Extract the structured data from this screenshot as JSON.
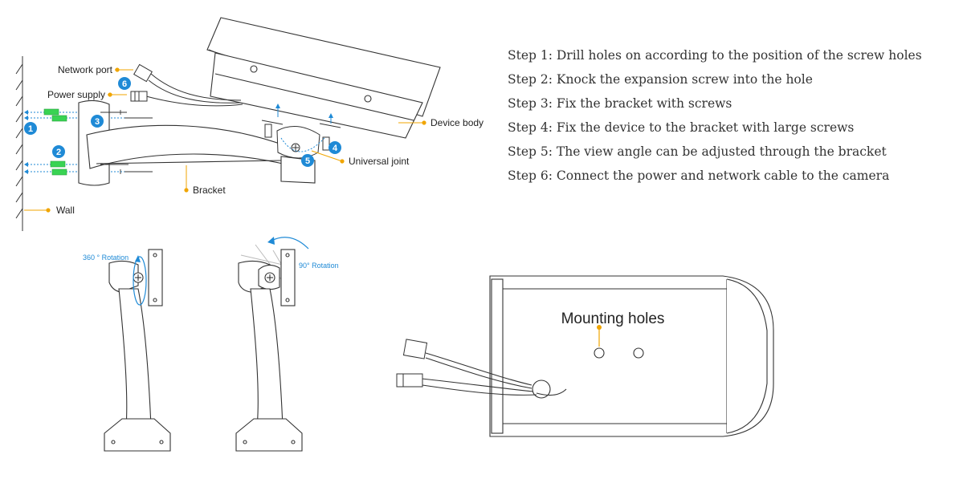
{
  "callouts": {
    "network_port": "Network port",
    "power_supply": "Power supply",
    "device_body": "Device body",
    "universal_joint": "Universal joint",
    "bracket": "Bracket",
    "wall": "Wall"
  },
  "badges": [
    "1",
    "2",
    "3",
    "4",
    "5",
    "6"
  ],
  "rotation": {
    "r360": "360 ° Rotation",
    "r90": "90° Rotation"
  },
  "mounting_holes": "Mounting holes",
  "steps": [
    "Step 1: Drill holes on according to the position of the screw holes",
    "Step 2: Knock the expansion screw into the hole",
    "Step 3: Fix the bracket with screws",
    "Step 4: Fix the device to the bracket with large screws",
    "Step 5: The view angle can be adjusted through the bracket",
    "Step 6: Connect the power and network cable to the camera"
  ],
  "colors": {
    "callout_dot": "#f0a500",
    "badge": "#1f8ad6",
    "anchor": "#39d353",
    "line": "#333333"
  }
}
